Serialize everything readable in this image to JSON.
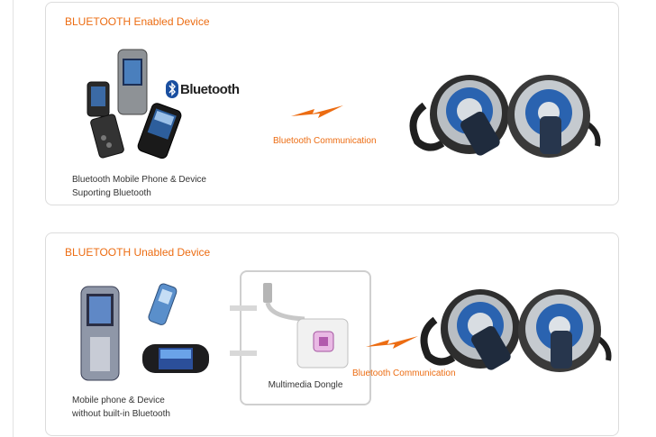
{
  "enabled": {
    "title": "BLUETOOTH Enabled Device",
    "bluetooth_logo_text": "Bluetooth",
    "communication_label": "Bluetooth Communication",
    "caption_lines": [
      "Bluetooth Mobile Phone & Device",
      "Suporting Bluetooth"
    ]
  },
  "unabled": {
    "title": "BLUETOOTH Unabled Device",
    "dongle_label": "Multimedia Dongle",
    "communication_label": "Bluetooth Communication",
    "caption_lines": [
      "Mobile phone & Device",
      "without built-in Bluetooth"
    ]
  },
  "colors": {
    "accent": "#ec6c12",
    "panel_border": "#dcdcdc",
    "headset_blue": "#2a63b0"
  },
  "icons": [
    "bluetooth-logo-icon",
    "signal-bolt-icon",
    "headset-icon",
    "phone-icon",
    "dongle-icon"
  ]
}
